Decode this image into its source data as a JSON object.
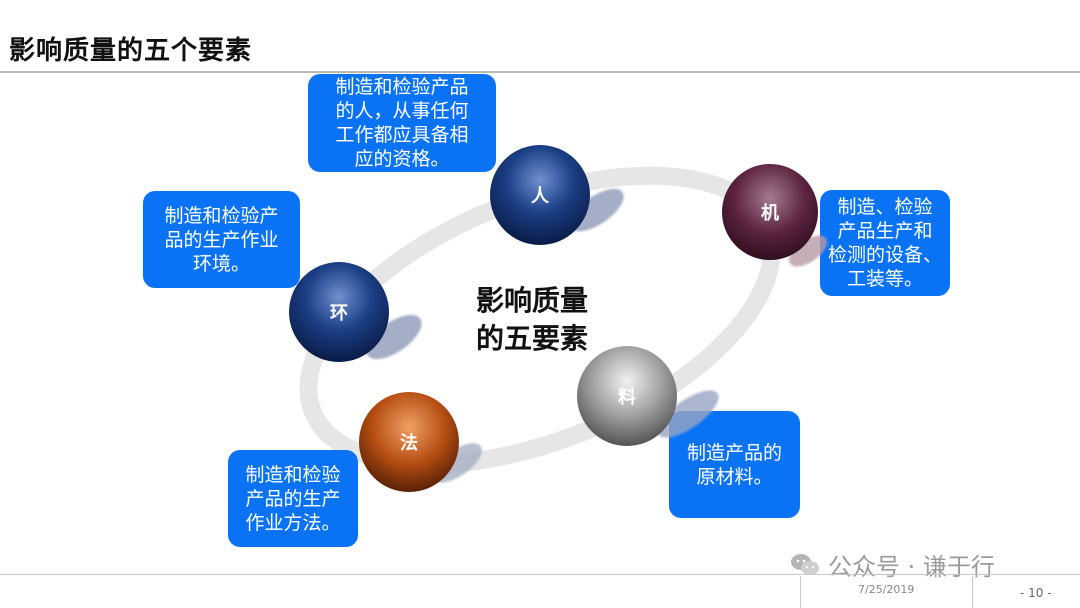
{
  "title": "影响质量的五个要素",
  "center": {
    "line1": "影响质量",
    "line2": "的五要素"
  },
  "nodes": [
    {
      "id": "ren",
      "label": "人",
      "color": "#0b2a66",
      "desc": [
        "制造和检验产品",
        "的人，从事任何",
        "工作都应具备相",
        "应的资格。"
      ]
    },
    {
      "id": "ji",
      "label": "机",
      "color": "#4a1630",
      "desc": [
        "制造、检验",
        "产品生产和",
        "检测的设备、",
        "工装等。"
      ]
    },
    {
      "id": "huan",
      "label": "环",
      "color": "#0b2a66",
      "desc": [
        "制造和检验产",
        "品的生产作业",
        "环境。"
      ]
    },
    {
      "id": "liao",
      "label": "料",
      "color": "#555555",
      "desc": [
        "制造产品的",
        "原材料。"
      ]
    },
    {
      "id": "fa",
      "label": "法",
      "color": "#7a2e06",
      "desc": [
        "制造和检验",
        "产品的生产",
        "作业方法。"
      ]
    }
  ],
  "footer": {
    "date": "7/25/2019",
    "page": "- 10 -"
  },
  "watermark": {
    "text": "公众号 · 谦于行"
  },
  "colors": {
    "callout": "#0a73f5",
    "title_rule": "#b9b9b9"
  }
}
